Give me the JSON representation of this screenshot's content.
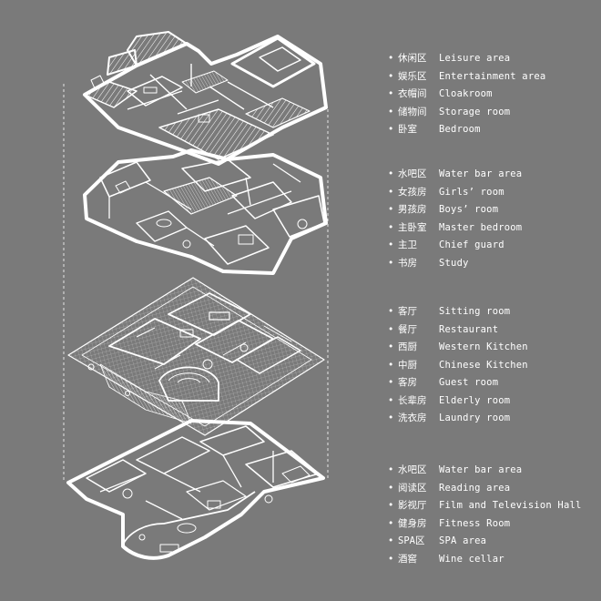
{
  "legends": [
    {
      "items": [
        {
          "zh": "休闲区",
          "en": "Leisure area"
        },
        {
          "zh": "娱乐区",
          "en": "Entertainment area"
        },
        {
          "zh": "衣帽间",
          "en": "Cloakroom"
        },
        {
          "zh": "储物间",
          "en": "Storage room"
        },
        {
          "zh": "卧室",
          "en": "Bedroom"
        }
      ]
    },
    {
      "items": [
        {
          "zh": "水吧区",
          "en": "Water bar area"
        },
        {
          "zh": "女孩房",
          "en": "Girls’ room"
        },
        {
          "zh": "男孩房",
          "en": "Boys’ room"
        },
        {
          "zh": "主卧室",
          "en": "Master bedroom"
        },
        {
          "zh": "主卫",
          "en": "Chief guard"
        },
        {
          "zh": "书房",
          "en": "Study"
        }
      ]
    },
    {
      "items": [
        {
          "zh": "客厅",
          "en": "Sitting room"
        },
        {
          "zh": "餐厅",
          "en": "Restaurant"
        },
        {
          "zh": "西厨",
          "en": "Western Kitchen"
        },
        {
          "zh": "中厨",
          "en": "Chinese Kitchen"
        },
        {
          "zh": "客房",
          "en": "Guest room"
        },
        {
          "zh": "长辈房",
          "en": "Elderly room"
        },
        {
          "zh": "洗衣房",
          "en": "Laundry room"
        }
      ]
    },
    {
      "items": [
        {
          "zh": "水吧区",
          "en": "Water bar area"
        },
        {
          "zh": "阅读区",
          "en": "Reading area"
        },
        {
          "zh": "影视厅",
          "en": "Film and Television Hall"
        },
        {
          "zh": "健身房",
          "en": "Fitness Room"
        },
        {
          "zh": "SPA区",
          "en": "SPA area"
        },
        {
          "zh": "酒窖",
          "en": "Wine cellar"
        }
      ]
    }
  ],
  "bullet": "•",
  "colors": {
    "background": "#7a7a7a",
    "line": "#ffffff"
  }
}
